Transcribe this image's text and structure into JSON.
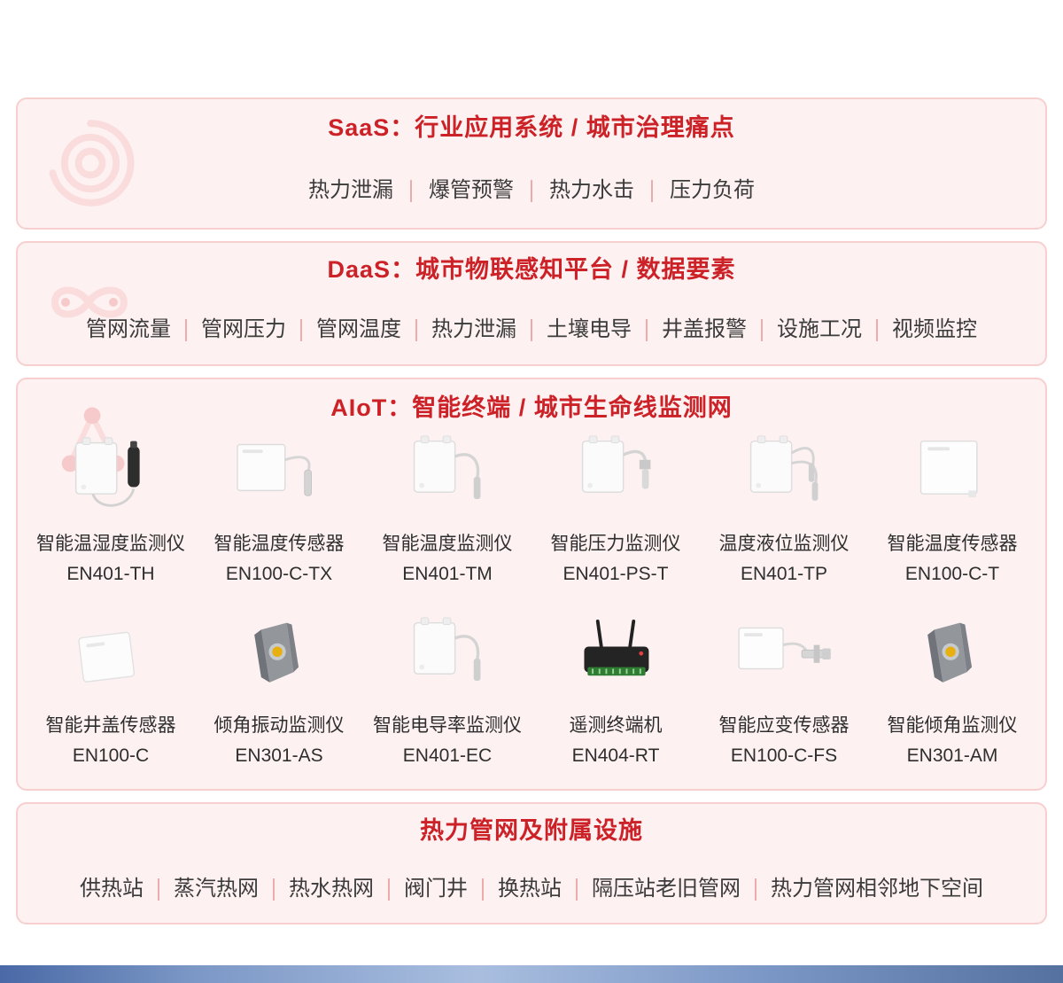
{
  "sections": {
    "saas": {
      "title": "SaaS：行业应用系统 / 城市治理痛点",
      "items": [
        "热力泄漏",
        "爆管预警",
        "热力水击",
        "压力负荷"
      ]
    },
    "daas": {
      "title": "DaaS：城市物联感知平台 / 数据要素",
      "items": [
        "管网流量",
        "管网压力",
        "管网温度",
        "热力泄漏",
        "土壤电导",
        "井盖报警",
        "设施工况",
        "视频监控"
      ]
    },
    "aiot": {
      "title": "AIoT：智能终端 / 城市生命线监测网",
      "devices": [
        {
          "name": "智能温湿度监测仪",
          "model": "EN401-TH"
        },
        {
          "name": "智能温度传感器",
          "model": "EN100-C-TX"
        },
        {
          "name": "智能温度监测仪",
          "model": "EN401-TM"
        },
        {
          "name": "智能压力监测仪",
          "model": "EN401-PS-T"
        },
        {
          "name": "温度液位监测仪",
          "model": "EN401-TP"
        },
        {
          "name": "智能温度传感器",
          "model": "EN100-C-T"
        },
        {
          "name": "智能井盖传感器",
          "model": "EN100-C"
        },
        {
          "name": "倾角振动监测仪",
          "model": "EN301-AS"
        },
        {
          "name": "智能电导率监测仪",
          "model": "EN401-EC"
        },
        {
          "name": "遥测终端机",
          "model": "EN404-RT"
        },
        {
          "name": "智能应变传感器",
          "model": "EN100-C-FS"
        },
        {
          "name": "智能倾角监测仪",
          "model": "EN301-AM"
        }
      ]
    },
    "infra": {
      "title": "热力管网及附属设施",
      "items": [
        "供热站",
        "蒸汽热网",
        "热水热网",
        "阀门井",
        "换热站",
        "隔压站老旧管网",
        "热力管网相邻地下空间"
      ]
    }
  },
  "colors": {
    "accent_red": "#cc2127",
    "panel_bg": "#fdf1f1",
    "panel_border": "#f8cfcf",
    "separator": "#edabab",
    "body_text": "#3b3b3b",
    "footer_blue": "#7b97c6"
  }
}
